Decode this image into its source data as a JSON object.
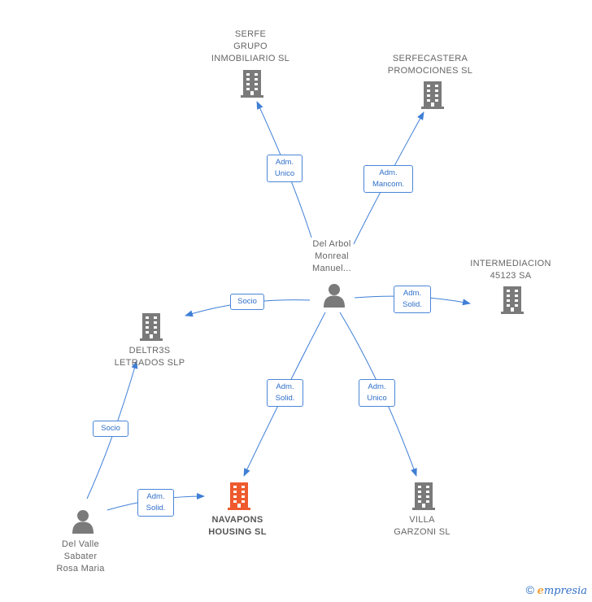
{
  "colors": {
    "edge": "#3f7fd6",
    "building": "#7a7a7a",
    "building_highlight": "#ee5a2e",
    "person": "#7a7a7a"
  },
  "nodes": {
    "serfe_grupo": {
      "label": "SERFE\nGRUPO\nINMOBILIARIO SL",
      "icon": "building-icon"
    },
    "serfecastera": {
      "label": "SERFECASTERA\nPROMOCIONES SL",
      "icon": "building-icon"
    },
    "del_arbol": {
      "label": "Del Arbol\nMonreal\nManuel...",
      "icon": "person-icon"
    },
    "intermediacion": {
      "label": "INTERMEDIACION\n45123 SA",
      "icon": "building-icon"
    },
    "deltr3s": {
      "label": "DELTR3S\nLETRADOS SLP",
      "icon": "building-icon"
    },
    "navapons": {
      "label": "NAVAPONS\nHOUSING  SL",
      "icon": "building-icon"
    },
    "villa_garzoni": {
      "label": "VILLA\nGARZONI SL",
      "icon": "building-icon"
    },
    "del_valle": {
      "label": "Del Valle\nSabater\nRosa Maria",
      "icon": "person-icon"
    }
  },
  "edges": {
    "adm_unico_serfe": "Adm.\nUnico",
    "adm_mancom": "Adm.\nMancom.",
    "adm_solid_inter": "Adm.\nSolid.",
    "socio_deltr3s": "Socio",
    "adm_solid_navapons": "Adm.\nSolid.",
    "adm_unico_villa": "Adm.\nUnico",
    "socio_valle": "Socio",
    "adm_solid_valle": "Adm.\nSolid."
  },
  "footer": {
    "copyright": "©",
    "brand_initial": "e",
    "brand_rest": "mpresia"
  }
}
